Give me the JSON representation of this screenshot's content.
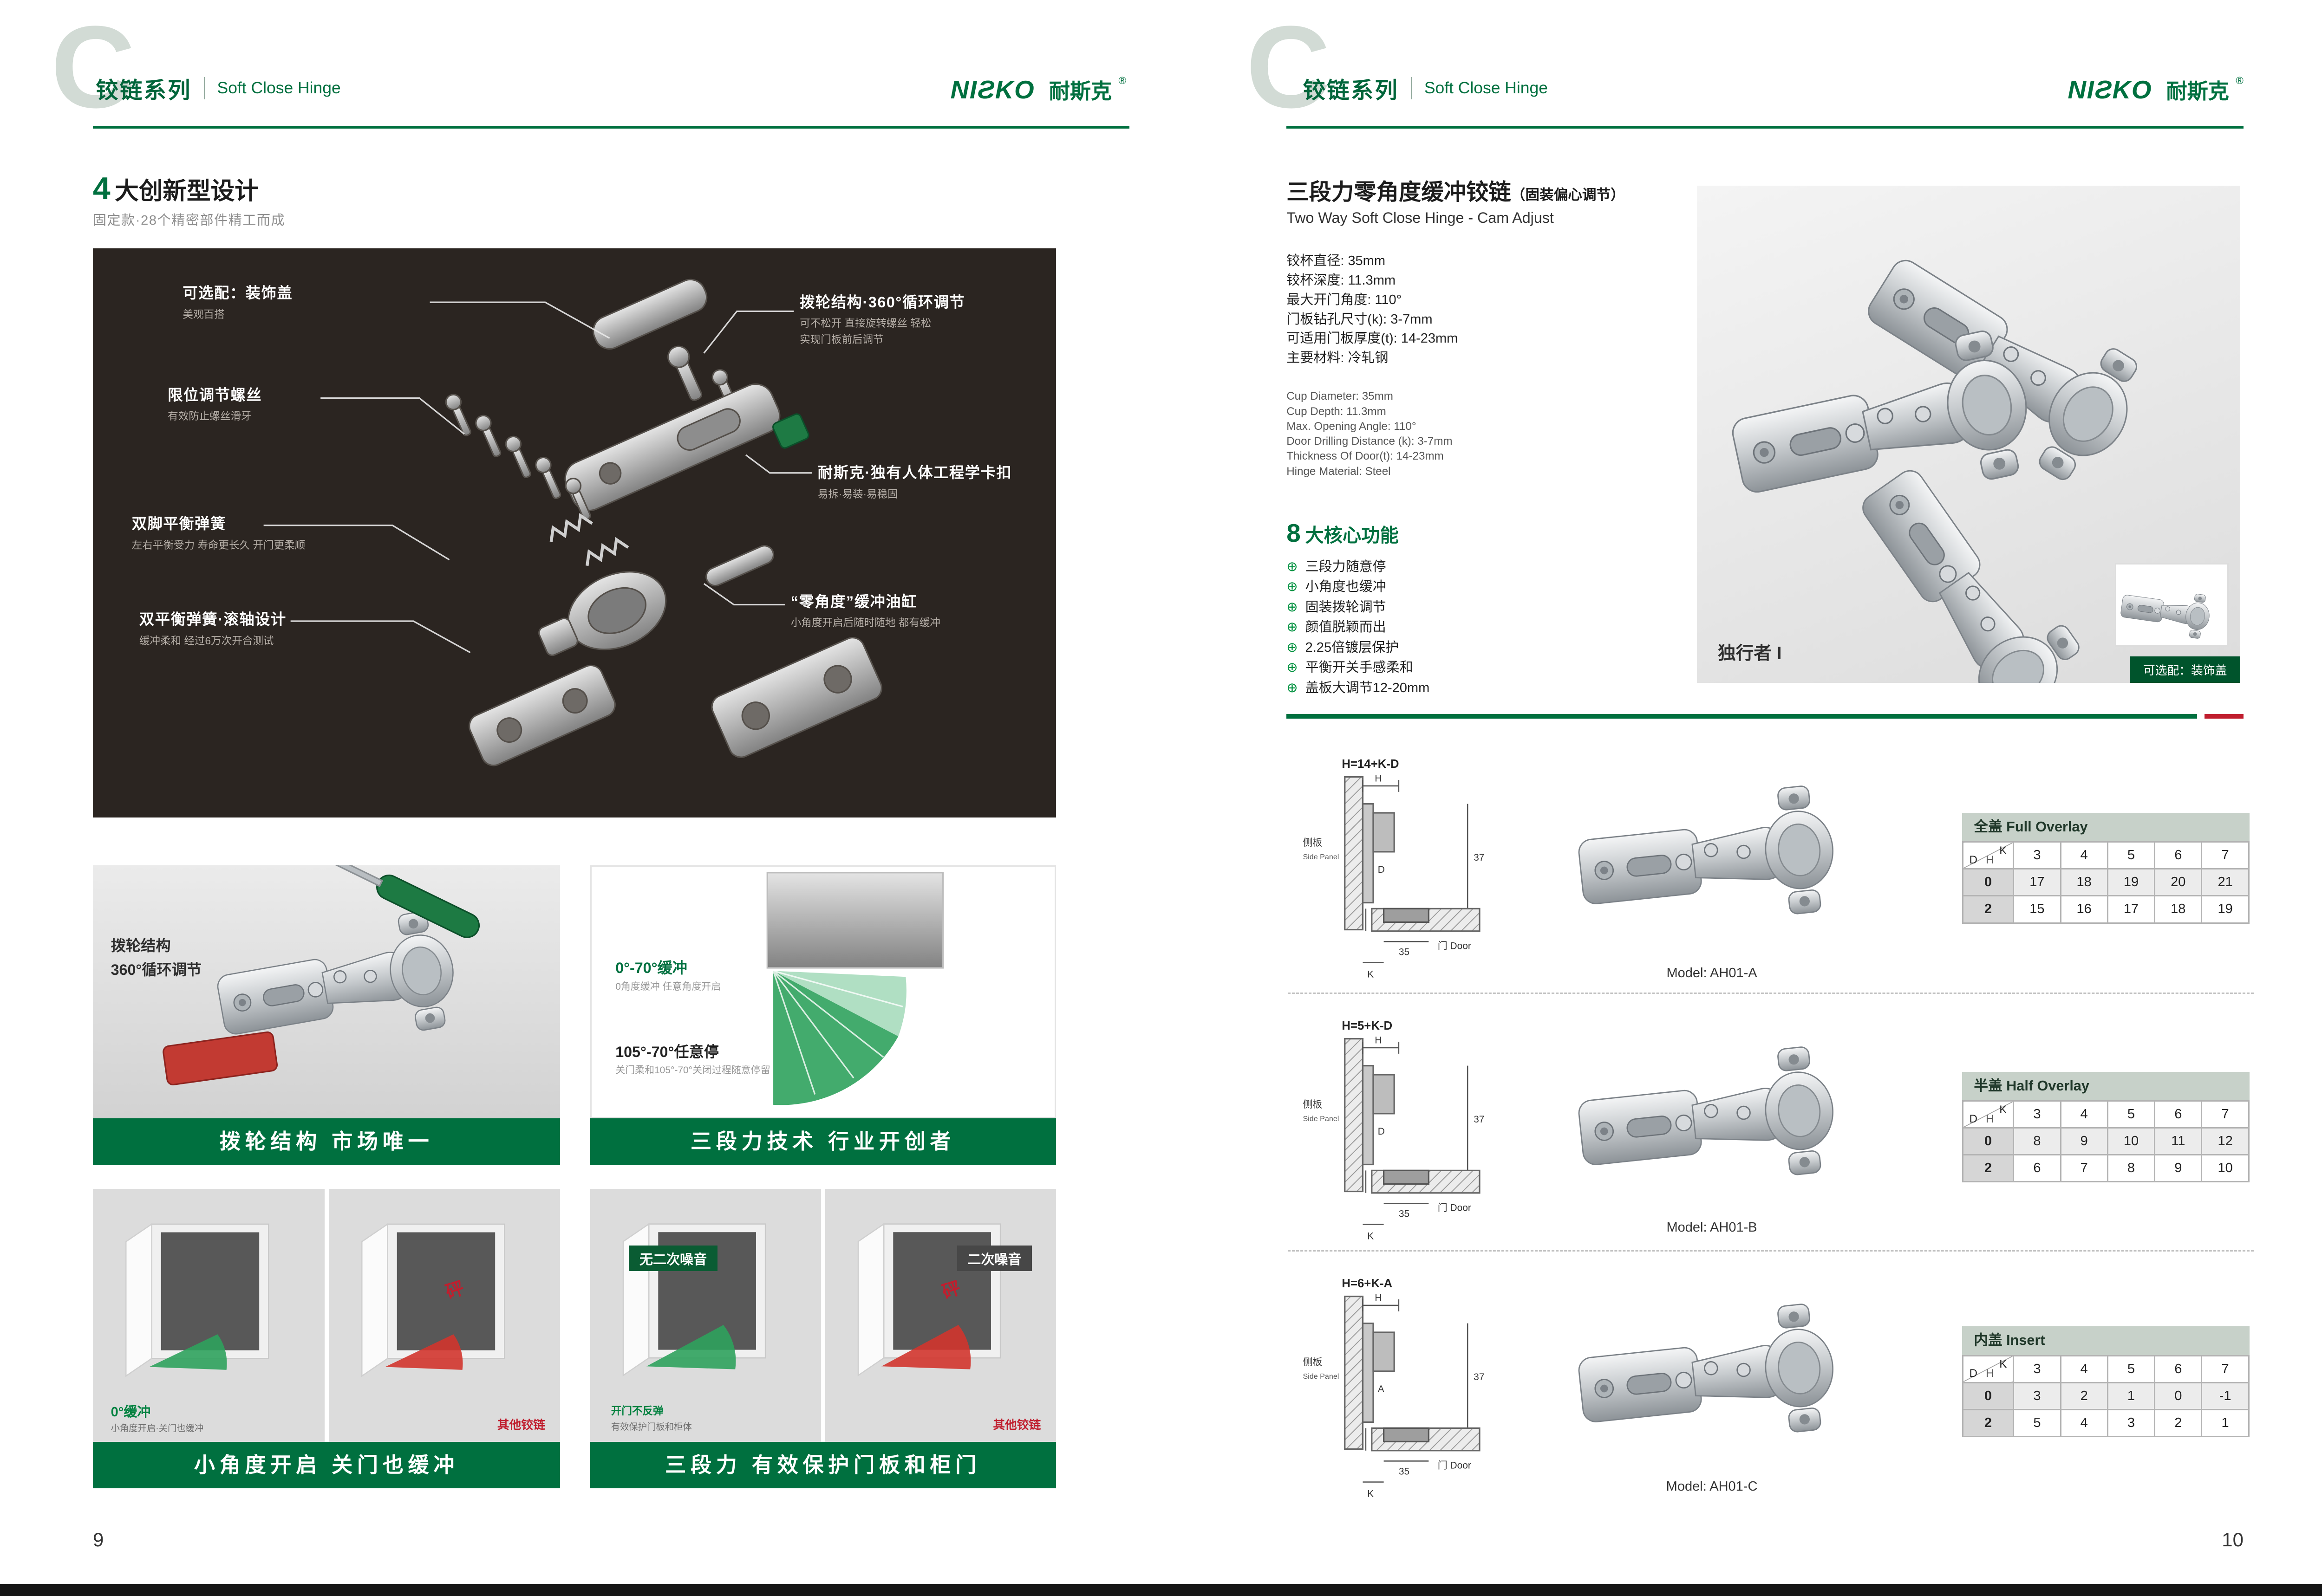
{
  "header": {
    "watermark": "C",
    "series_cn": "铰链系列",
    "series_en": "Soft Close Hinge",
    "brand_en": "NIƧKO",
    "brand_cn": "耐斯克",
    "reg": "®"
  },
  "left_page": {
    "page_number": "9",
    "title_num": "4",
    "title_text": "大创新型设计",
    "subtitle": "固定款·28个精密部件精工而成",
    "callouts": [
      {
        "label": "可选配：装饰盖",
        "desc": "美观百搭"
      },
      {
        "label": "拨轮结构·360°循环调节",
        "desc": "可不松开 直接旋转螺丝 轻松",
        "desc2": "实现门板前后调节"
      },
      {
        "label": "限位调节螺丝",
        "desc": "有效防止螺丝滑牙"
      },
      {
        "label": "耐斯克·独有人体工程学卡扣",
        "desc": "易拆·易装·易稳固"
      },
      {
        "label": "双脚平衡弹簧",
        "desc": "左右平衡受力 寿命更长久 开门更柔顺"
      },
      {
        "label": "“零角度”缓冲油缸",
        "desc": "小角度开启后随时随地 都有缓冲"
      },
      {
        "label": "双平衡弹簧·滚轴设计",
        "desc": "缓冲柔和 经过6万次开合测试"
      }
    ],
    "features": [
      {
        "line1": "拨轮结构",
        "line2": "360°循环调节",
        "banner": "拨轮结构 市场唯一"
      },
      {
        "label1": "0°-70°缓冲",
        "sub1": "0角度缓冲 任意角度开启",
        "label2": "105°-70°任意停",
        "sub2": "关门柔和105°-70°关闭过程随意停留",
        "banner": "三段力技术 行业开创者"
      },
      {
        "label1": "0°缓冲",
        "sub1": "小角度开启·关门也缓冲",
        "other": "其他铰链",
        "bang": "砰",
        "banner": "小角度开启 关门也缓冲"
      },
      {
        "label1": "无二次噪音",
        "sub1": "开门不反弹",
        "sub2": "有效保护门板和柜体",
        "label2": "二次噪音",
        "other": "其他铰链",
        "bang": "砰",
        "banner": "三段力 有效保护门板和柜门"
      }
    ]
  },
  "right_page": {
    "page_number": "10",
    "product_title": "三段力零角度缓冲铰链",
    "product_note": "（固装偏心调节）",
    "product_subtitle": "Two Way Soft Close Hinge - Cam Adjust",
    "specs_cn": [
      "铰杯直径: 35mm",
      "铰杯深度: 11.3mm",
      "最大开门角度: 110°",
      "门板钻孔尺寸(k): 3-7mm",
      "可适用门板厚度(t): 14-23mm",
      "主要材料: 冷轧钢"
    ],
    "specs_en": [
      "Cup Diameter: 35mm",
      "Cup Depth: 11.3mm",
      "Max. Opening Angle: 110°",
      "Door Drilling Distance (k): 3-7mm",
      "Thickness Of Door(t): 14-23mm",
      "Hinge Material: Steel"
    ],
    "core_num": "8",
    "core_title": "大核心功能",
    "core_items": [
      "三段力随意停",
      "小角度也缓冲",
      "固装拨轮调节",
      "颜值脱颖而出",
      "2.25倍镀层保护",
      "平衡开关手感柔和",
      "盖板大调节12-20mm"
    ],
    "photo_label": "独行者 I",
    "photo_badge": "可选配：装饰盖",
    "table_corner": {
      "col": "K",
      "row": "D",
      "val": "H"
    },
    "diagram_labels": {
      "side_cn": "侧板",
      "side_en": "Side Panel",
      "h": "H",
      "d37": "37",
      "d35": "35",
      "k": "K",
      "door": "门 Door"
    },
    "models": [
      {
        "diagram_title": "H=14+K-D",
        "var_label": "D",
        "model": "Model: AH01-A",
        "table": {
          "title": "全盖 Full Overlay",
          "columns": [
            "3",
            "4",
            "5",
            "6",
            "7"
          ],
          "rows": [
            {
              "label": "0",
              "values": [
                "17",
                "18",
                "19",
                "20",
                "21"
              ]
            },
            {
              "label": "2",
              "values": [
                "15",
                "16",
                "17",
                "18",
                "19"
              ]
            }
          ]
        }
      },
      {
        "diagram_title": "H=5+K-D",
        "var_label": "D",
        "model": "Model: AH01-B",
        "table": {
          "title": "半盖 Half Overlay",
          "columns": [
            "3",
            "4",
            "5",
            "6",
            "7"
          ],
          "rows": [
            {
              "label": "0",
              "values": [
                "8",
                "9",
                "10",
                "11",
                "12"
              ]
            },
            {
              "label": "2",
              "values": [
                "6",
                "7",
                "8",
                "9",
                "10"
              ]
            }
          ]
        }
      },
      {
        "diagram_title": "H=6+K-A",
        "var_label": "A",
        "model": "Model: AH01-C",
        "table": {
          "title": "内盖 Insert",
          "columns": [
            "3",
            "4",
            "5",
            "6",
            "7"
          ],
          "rows": [
            {
              "label": "0",
              "values": [
                "3",
                "2",
                "1",
                "0",
                "-1"
              ]
            },
            {
              "label": "2",
              "values": [
                "5",
                "4",
                "3",
                "2",
                "1"
              ]
            }
          ]
        }
      }
    ]
  },
  "colors": {
    "brand_green": "#00703F",
    "accent_red": "#C01E2E",
    "panel_dark": "#2B2521"
  }
}
